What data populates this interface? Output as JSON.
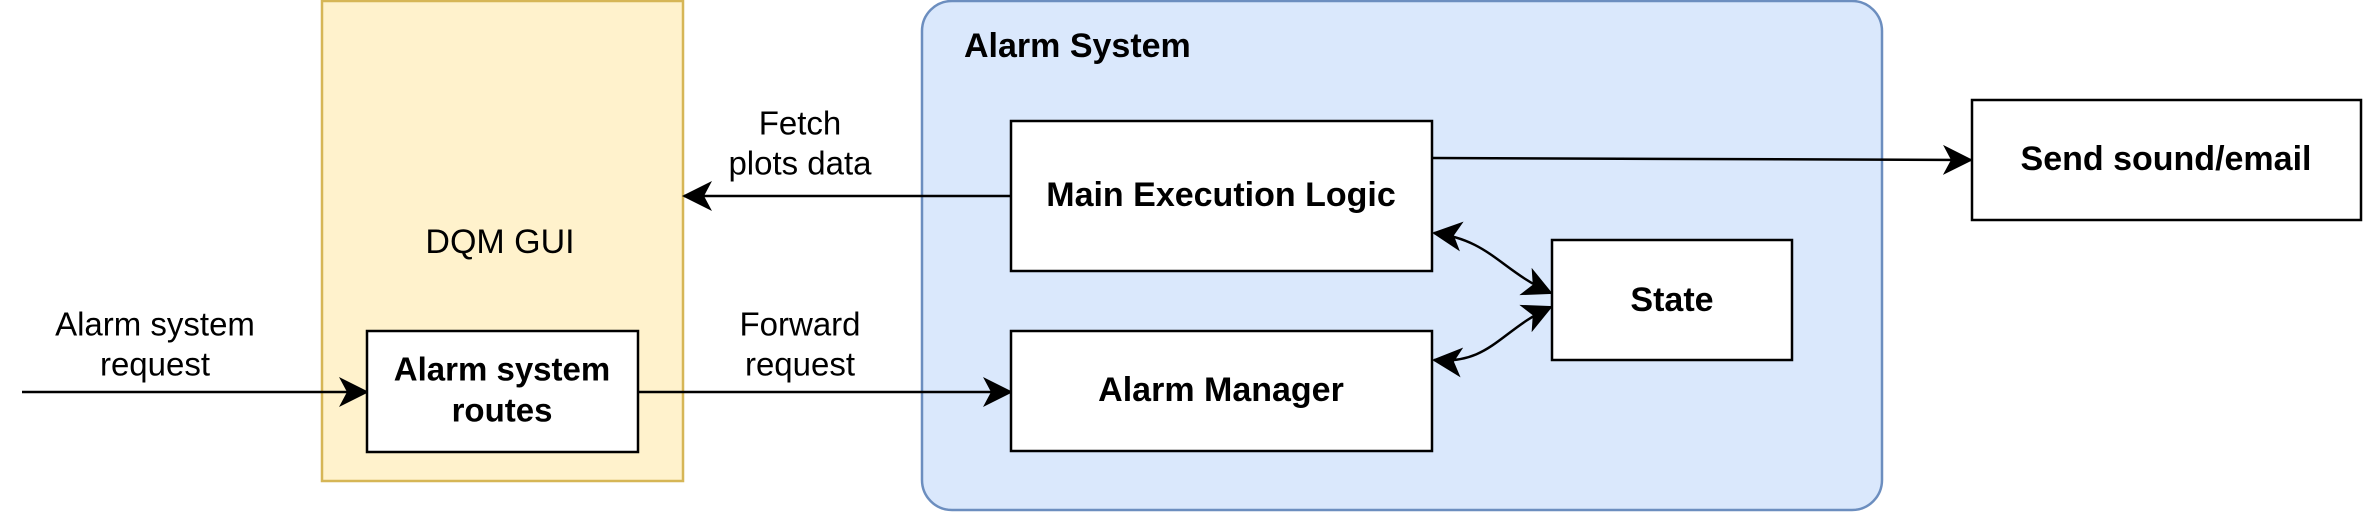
{
  "colors": {
    "dqm_fill": "#fff2cc",
    "dqm_stroke": "#d6b656",
    "alarm_fill": "#dae8fc",
    "alarm_stroke": "#6c8ebf",
    "box_fill": "#ffffff",
    "line": "#000000"
  },
  "dqm_gui": {
    "title": "DQM GUI",
    "routes_box": {
      "line1": "Alarm system",
      "line2": "routes"
    }
  },
  "alarm_system": {
    "title": "Alarm System",
    "main_logic": "Main Execution Logic",
    "manager": "Alarm Manager",
    "state": "State"
  },
  "external": {
    "send_box": "Send sound/email"
  },
  "edge_labels": {
    "request": {
      "line1": "Alarm system",
      "line2": "request"
    },
    "forward": {
      "line1": "Forward",
      "line2": "request"
    },
    "fetch": {
      "line1": "Fetch",
      "line2": "plots data"
    }
  }
}
